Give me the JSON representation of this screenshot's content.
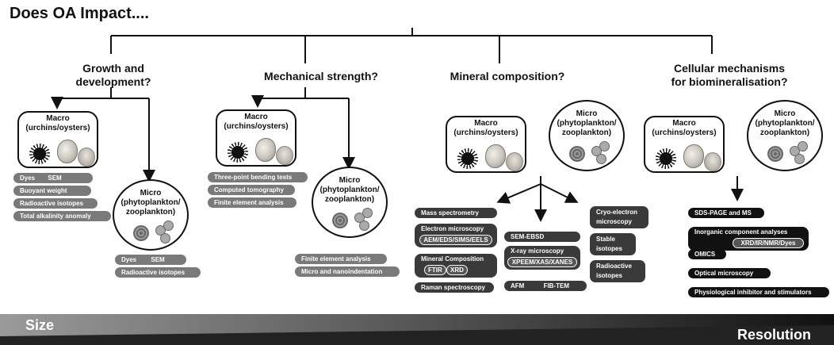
{
  "title": "Does OA Impact....",
  "categories": {
    "growth": "Growth and\ndevelopment?",
    "mechanical": "Mechanical strength?",
    "mineral": "Mineral composition?",
    "cellular": "Cellular mechanisms\nfor biomineralisation?"
  },
  "macro_label": "Macro\n(urchins/oysters)",
  "micro_label": "Micro\n(phytoplankton/\nzooplankton)",
  "growth_macro_methods": [
    "Buoyant weight",
    "Radioactive isotopes",
    "Total alkalinity anomaly"
  ],
  "growth_macro_first": [
    "Dyes",
    "SEM"
  ],
  "growth_micro_first": [
    "Dyes",
    "SEM"
  ],
  "growth_micro_methods": [
    "Radioactive isotopes"
  ],
  "mech_macro_methods": [
    "Three-point bending tests",
    "Computed tomography",
    "Finite element analysis"
  ],
  "mech_micro_methods": [
    "Finite element analysis",
    "Micro and nanoindentation"
  ],
  "mineral_left": {
    "mass": "Mass spectrometry",
    "electron": "Electron microscopy",
    "electron_sub": "AEM/EDS/SIMS/EELS",
    "mineral": "Mineral Composition",
    "ftir": "FTIR",
    "xrd": "XRD",
    "raman": "Raman spectroscopy"
  },
  "mineral_mid": {
    "sem_ebsd": "SEM-EBSD",
    "xray": "X-ray microscopy",
    "xray_sub": "XPEEM/XAS/XANES",
    "afm": "AFM",
    "fibtem": "FIB-TEM"
  },
  "mineral_right": {
    "cryo": "Cryo-electron\nmicroscopy",
    "stable": "Stable\nisotopes",
    "radio": "Radioactive\nisotopes"
  },
  "cellular_methods": {
    "sds": "SDS-PAGE and MS",
    "inorg": "Inorganic component analyses",
    "inorg_sub": "XRD/IR/NMR/Dyes",
    "omics": "OMICS",
    "optical": "Optical microscopy",
    "physio": "Physiological inhibitor and stimulators"
  },
  "bottom": {
    "left": "Size",
    "right": "Resolution"
  },
  "colors": {
    "pill_grey": "#7a7a7a",
    "pill_dark": "#3a3a3a",
    "pill_black": "#111111"
  }
}
